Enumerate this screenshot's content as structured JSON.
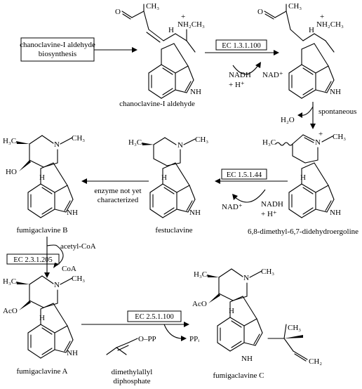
{
  "compounds": {
    "chanoclavine_aldehyde": "chanoclavine-I aldehyde",
    "fumigaclavine_b": "fumigaclavine B",
    "festuclavine": "festuclavine",
    "dimethyl_didehydroergoline": "6,8-dimethyl-6,7-didehydroergoline",
    "fumigaclavine_a": "fumigaclavine A",
    "fumigaclavine_c": "fumigaclavine C",
    "dimethylallyl_line1": "dimethylallyl",
    "dimethylallyl_line2": "diphosphate"
  },
  "boxes": {
    "biosynthesis_line1": "chanoclavine-I aldehyde",
    "biosynthesis_line2": "biosynthesis"
  },
  "enzymes": {
    "ec_1_3_1_100": "EC 1.3.1.100",
    "ec_1_5_1_44": "EC 1.5.1.44",
    "ec_2_3_1_205": "EC 2.3.1.205",
    "ec_2_5_1_100": "EC 2.5.1.100"
  },
  "cofactors": {
    "nadh_1": "NADH",
    "h_plus_1": "+ H⁺",
    "nad_1": "NAD⁺",
    "nadh_2": "NADH",
    "h_plus_2": "+ H⁺",
    "nad_2": "NAD⁺",
    "acetyl_coa": "acetyl-CoA",
    "coa": "CoA",
    "h2o": "H₂O",
    "ppi": "PPᵢ"
  },
  "step_notes": {
    "spontaneous": "spontaneous",
    "not_characterized_1": "enzyme not yet",
    "not_characterized_2": "characterized"
  },
  "atoms": {
    "o": "O",
    "ch3": "CH₃",
    "h3c": "H₃C",
    "nh2ch3": "NH₂CH₃",
    "n": "N",
    "nh": "NH",
    "h": "H",
    "ho": "HO",
    "aco": "AcO",
    "plus": "+",
    "oac_opp": "O–PP",
    "ch2": "CH₂"
  }
}
